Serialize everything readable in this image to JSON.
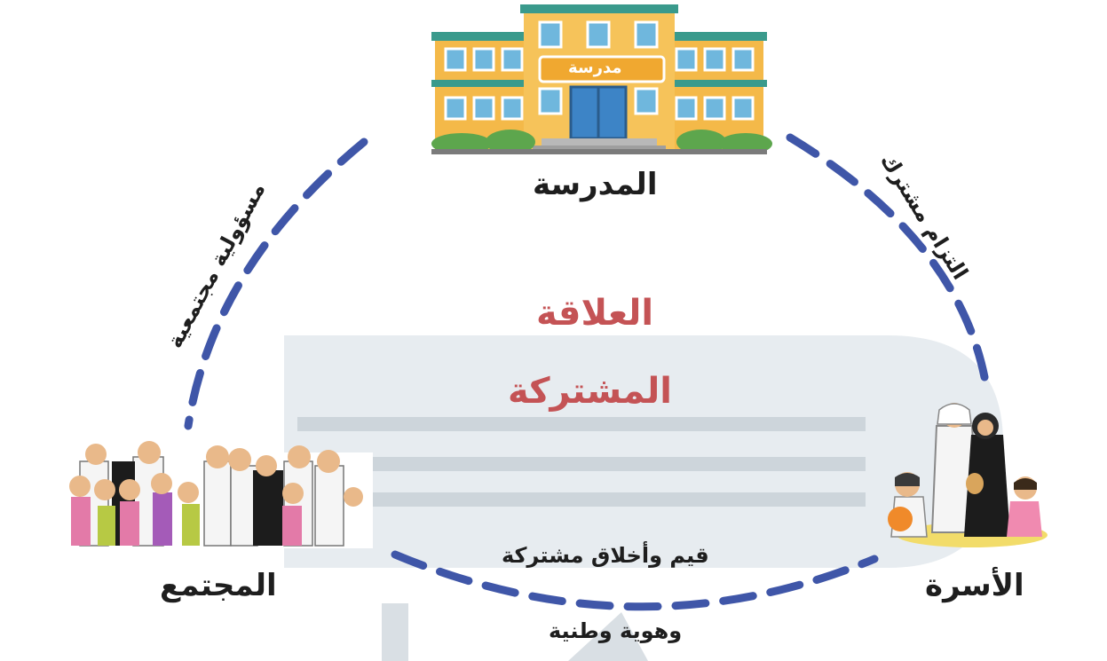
{
  "diagram": {
    "center": {
      "line1": "العلاقة",
      "line2": "المشتركة"
    },
    "nodes": {
      "school": {
        "label": "المدرسة",
        "sign": "مدرسة"
      },
      "family": {
        "label": "الأسرة"
      },
      "community": {
        "label": "المجتمع"
      }
    },
    "edges": {
      "school_family": "التزام مشترك",
      "school_community": "مسؤولية مجتمعية",
      "family_community_line1": "قيم وأخلاق مشتركة",
      "family_community_line2": "وهوية وطنية"
    }
  },
  "colors": {
    "arc": "#3f56a8",
    "center_text": "#c45355",
    "watermark": "#d5dde2",
    "building_wall": "#f4b949",
    "building_roof": "#3a9a8c"
  }
}
